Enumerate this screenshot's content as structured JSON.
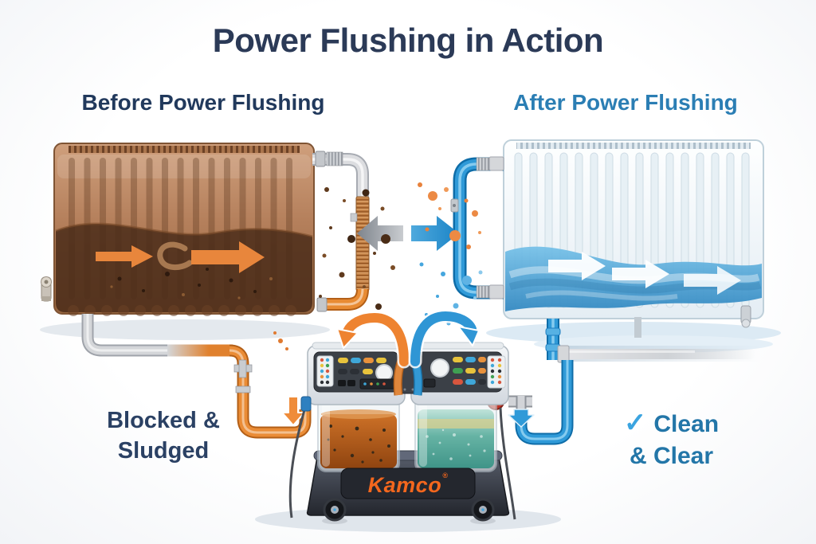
{
  "header": {
    "title": "Power Flushing in Action"
  },
  "headings": {
    "before_prefix": "Before",
    "before_bold": "Power Flushing",
    "after": "After Power Flushing"
  },
  "captions": {
    "before_line1": "Blocked &",
    "before_line2": "Sludged",
    "after_check": "✓",
    "after_line1": "Clean",
    "after_line2": "& Clear"
  },
  "machine": {
    "brand": "Kamco",
    "trademark": "®"
  },
  "colors": {
    "title_navy": "#2b3a57",
    "before_navy": "#21395c",
    "after_blue": "#2b7eb4",
    "caption_navy": "#2b4164",
    "clean_blue": "#2376a8",
    "check_blue": "#3ba4e0",
    "brand_orange": "#f4671d",
    "sludge_brown": "#4a2c19",
    "radiator_copper": "#b5805c",
    "water_blue": "#3f9ed4",
    "pipe_orange": "#e0812e",
    "pipe_blue": "#2490d0",
    "machine_base": "#2b2f38",
    "dirty_tank": "#c96a22",
    "clean_tank": "#66b3a4"
  }
}
